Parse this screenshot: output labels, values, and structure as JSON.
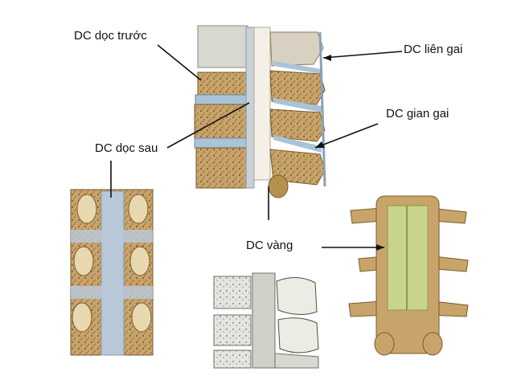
{
  "labels": {
    "anterior_longitudinal": "DC dọc trước",
    "interspinous": "DC liên gai",
    "supraspinous": "DC gian gai",
    "posterior_longitudinal": "DC dọc sau",
    "ligamentum_flavum": "DC vàng"
  },
  "colors": {
    "bone": "#c9a46a",
    "bone_dark": "#8a6a3a",
    "disc": "#a9c3d9",
    "ligament": "#b8c8d8",
    "flavum": "#c8d48a",
    "line": "#111111"
  }
}
